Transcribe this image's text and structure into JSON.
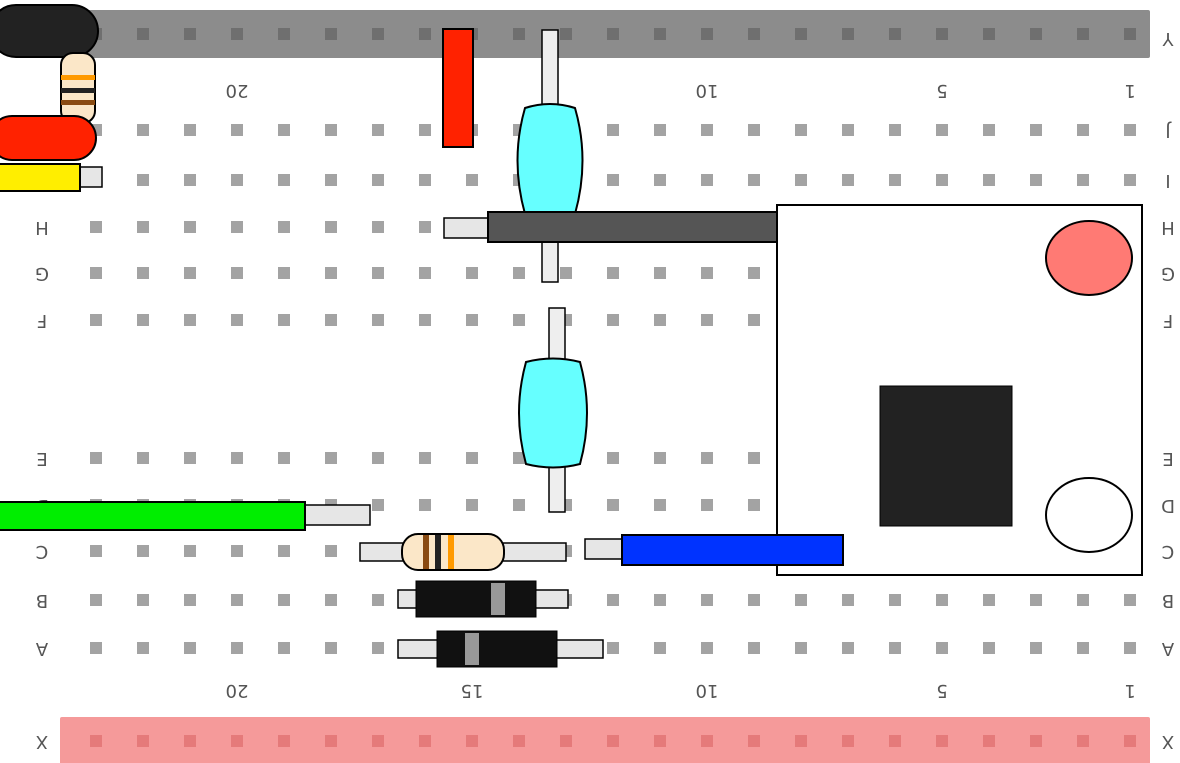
{
  "rows_top": [
    "J",
    "I",
    "H",
    "G",
    "F"
  ],
  "rows_bottom": [
    "E",
    "D",
    "C",
    "B",
    "A"
  ],
  "rails": {
    "top": "Y",
    "bottom": "X"
  },
  "column_numbers": [
    "1",
    "5",
    "10",
    "15",
    "20"
  ],
  "colors": {
    "rail_top": "#8c8c8c",
    "rail_bottom": "#f59a9a",
    "hole": "#a3a3a3",
    "label": "#555555",
    "jumper_red": "#ff2200",
    "jumper_green": "#00ee00",
    "jumper_blue": "#0033ff",
    "jumper_yellow": "#ffee00",
    "jumper_black": "#222222",
    "jumper_gray": "#555555",
    "capacitor": "#66ffff",
    "resistor_body": "#fbe7c8",
    "diode_body": "#111111",
    "module_body": "#ffffff",
    "module_chip": "#222222",
    "led_red": "#ff7a74",
    "led_white": "#ffffff"
  },
  "components": {
    "module": {
      "name": "breakout-module"
    },
    "capacitors": 2,
    "resistors": 2,
    "diodes": 2,
    "jumpers": [
      "red",
      "green",
      "blue",
      "yellow",
      "black",
      "gray"
    ]
  }
}
